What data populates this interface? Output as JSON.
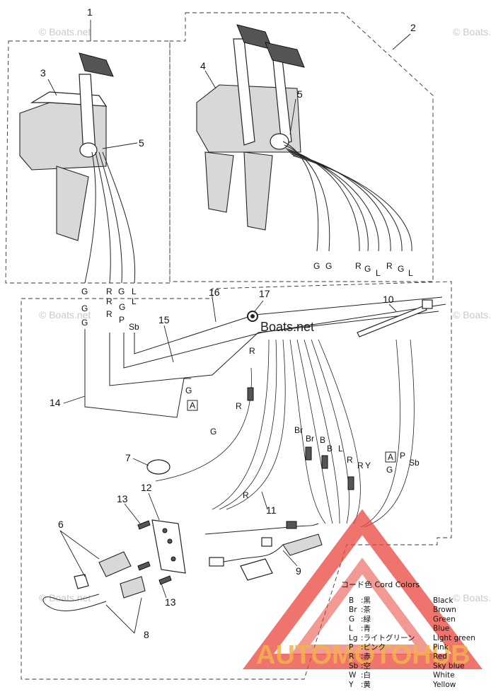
{
  "callouts": [
    "1",
    "2",
    "3",
    "4",
    "5",
    "5",
    "6",
    "7",
    "8",
    "9",
    "10",
    "11",
    "12",
    "13",
    "13",
    "14",
    "15",
    "16",
    "17"
  ],
  "wire_labels_upper_left": [
    "G",
    "R",
    "G",
    "L"
  ],
  "wire_labels_upper_right": [
    "G",
    "G",
    "R",
    "G",
    "L",
    "R",
    "G",
    "L"
  ],
  "wire_labels_harness_left": [
    "G",
    "G",
    "R",
    "R",
    "G",
    "P",
    "L",
    "Sb"
  ],
  "connector_labels": [
    "G",
    "A",
    "R",
    "G",
    "R",
    "Br",
    "Br",
    "B",
    "B",
    "L",
    "R",
    "R",
    "Y",
    "A",
    "G",
    "P",
    "Sb",
    "R"
  ],
  "watermarks": [
    "© Boats.net",
    "© Boats.net",
    "© Boats.net",
    "© Boats.net",
    "© Boats.net",
    "© Boats.net"
  ],
  "center_watermark": "Boats.net",
  "logo_text": "AUTOMOTOHUB",
  "colors": {
    "logo_red": "#e8453c",
    "logo_orange": "#f2b24c",
    "line": "#222222"
  },
  "cord_colors": {
    "title": "コード色 Cord Colors",
    "rows": [
      {
        "code": "B",
        "jp": "黒",
        "en": "Black"
      },
      {
        "code": "Br",
        "jp": "茶",
        "en": "Brown"
      },
      {
        "code": "G",
        "jp": "緑",
        "en": "Green"
      },
      {
        "code": "L",
        "jp": "青",
        "en": "Blue"
      },
      {
        "code": "Lg",
        "jp": "ライトグリーン",
        "en": "Light green"
      },
      {
        "code": "P",
        "jp": "ピンク",
        "en": "Pink"
      },
      {
        "code": "R",
        "jp": "赤",
        "en": "Red"
      },
      {
        "code": "Sb",
        "jp": "空",
        "en": "Sky blue"
      },
      {
        "code": "W",
        "jp": "白",
        "en": "White"
      },
      {
        "code": "Y",
        "jp": "黄",
        "en": "Yellow"
      }
    ]
  }
}
